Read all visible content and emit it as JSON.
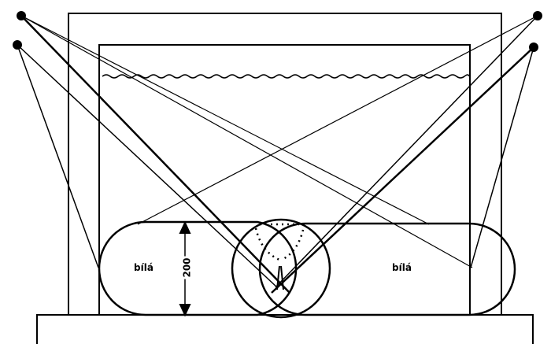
{
  "labels": {
    "left": "bílá",
    "right": "bílá",
    "dimension": "200"
  }
}
